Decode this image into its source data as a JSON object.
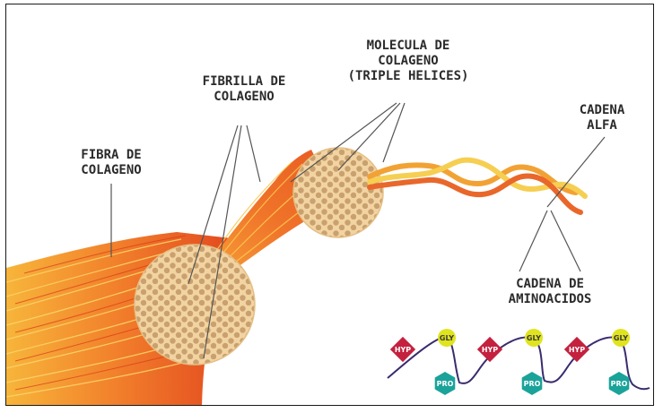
{
  "labels": {
    "fibra": {
      "line1": "FIBRA DE",
      "line2": "COLAGENO"
    },
    "fibrilla": {
      "line1": "FIBRILLA DE",
      "line2": "COLAGENO"
    },
    "molecula": {
      "line1": "MOLECULA DE",
      "line2": "COLAGENO",
      "line3": "(TRIPLE HELICES)"
    },
    "cadena_alfa": {
      "line1": "CADENA",
      "line2": "ALFA"
    },
    "aminoacidos": {
      "line1": "CADENA DE",
      "line2": "AMINOACIDOS"
    }
  },
  "amino_chain": {
    "units": [
      {
        "hyp": "HYP",
        "gly": "GLY",
        "pro": "PRO"
      },
      {
        "hyp": "HYP",
        "gly": "GLY",
        "pro": "PRO"
      },
      {
        "hyp": "HYP",
        "gly": "GLY",
        "pro": "PRO"
      }
    ]
  },
  "colors": {
    "fiber_orange": "#f0742a",
    "fiber_red": "#e2461e",
    "fiber_yellow": "#f7c13e",
    "cross_section": "#f2d3a2",
    "dots": "#c9a16e",
    "hyp": "#c4213f",
    "gly": "#dfe41e",
    "pro": "#1ba39a",
    "chain": "#3a2b6e"
  }
}
